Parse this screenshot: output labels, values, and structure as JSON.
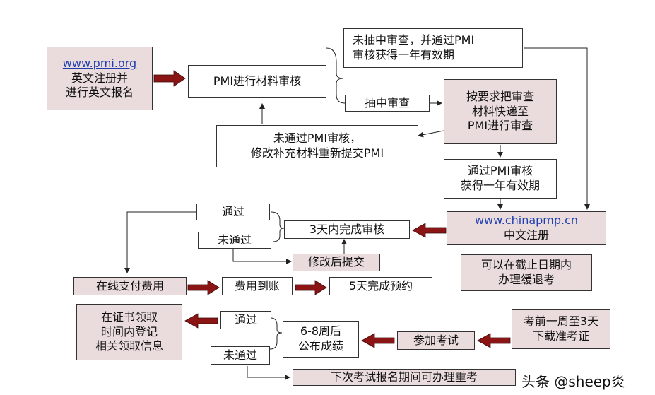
{
  "nodes": {
    "pmi_register": {
      "link": "www.pmi.org",
      "line1": "英文注册并",
      "line2": "进行英文报名"
    },
    "pmi_review": {
      "text": "PMI进行材料审核"
    },
    "not_audited": {
      "line1": "未抽中审查，并通过PMI",
      "line2": "审核获得一年有效期"
    },
    "audited": {
      "text": "抽中审查"
    },
    "send_materials": {
      "line1": "按要求把审查",
      "line2": "材料快递至",
      "line3": "PMI进行审查"
    },
    "failed_resubmit": {
      "line1": "未通过PMI审核，",
      "line2": "修改补充材料重新提交PMI"
    },
    "passed_valid": {
      "line1": "通过PMI审核",
      "line2": "获得一年有效期"
    },
    "chinapmp_register": {
      "link": "www.chinapmp.cn",
      "line2": "中文注册"
    },
    "withdraw_note": {
      "line1": "可以在截止日期内",
      "line2": "办理缓退考"
    },
    "review_3days": {
      "text": "3天内完成审核"
    },
    "review_pass": {
      "text": "通过"
    },
    "review_fail": {
      "text": "未通过"
    },
    "modify_resubmit": {
      "text": "修改后提交"
    },
    "pay_online": {
      "text": "在线支付费用"
    },
    "payment_received": {
      "text": "费用到账"
    },
    "booking_5days": {
      "text": "5天完成预约"
    },
    "download_ticket": {
      "line1": "考前一周至3天",
      "line2": "下载准考证"
    },
    "take_exam": {
      "text": "参加考试"
    },
    "results": {
      "line1": "6-8周后",
      "line2": "公布成绩"
    },
    "exam_pass": {
      "text": "通过"
    },
    "exam_fail": {
      "text": "未通过"
    },
    "register_cert": {
      "line1": "在证书领取",
      "line2": "时间内登记",
      "line3": "相关领取信息"
    },
    "retake": {
      "text": "下次考试报名期间可办理重考"
    }
  },
  "watermark": "头条 @sheep炎",
  "colors": {
    "pink_fill": "#eadcdc",
    "arrow_red": "#8b1414",
    "border": "#333333"
  }
}
